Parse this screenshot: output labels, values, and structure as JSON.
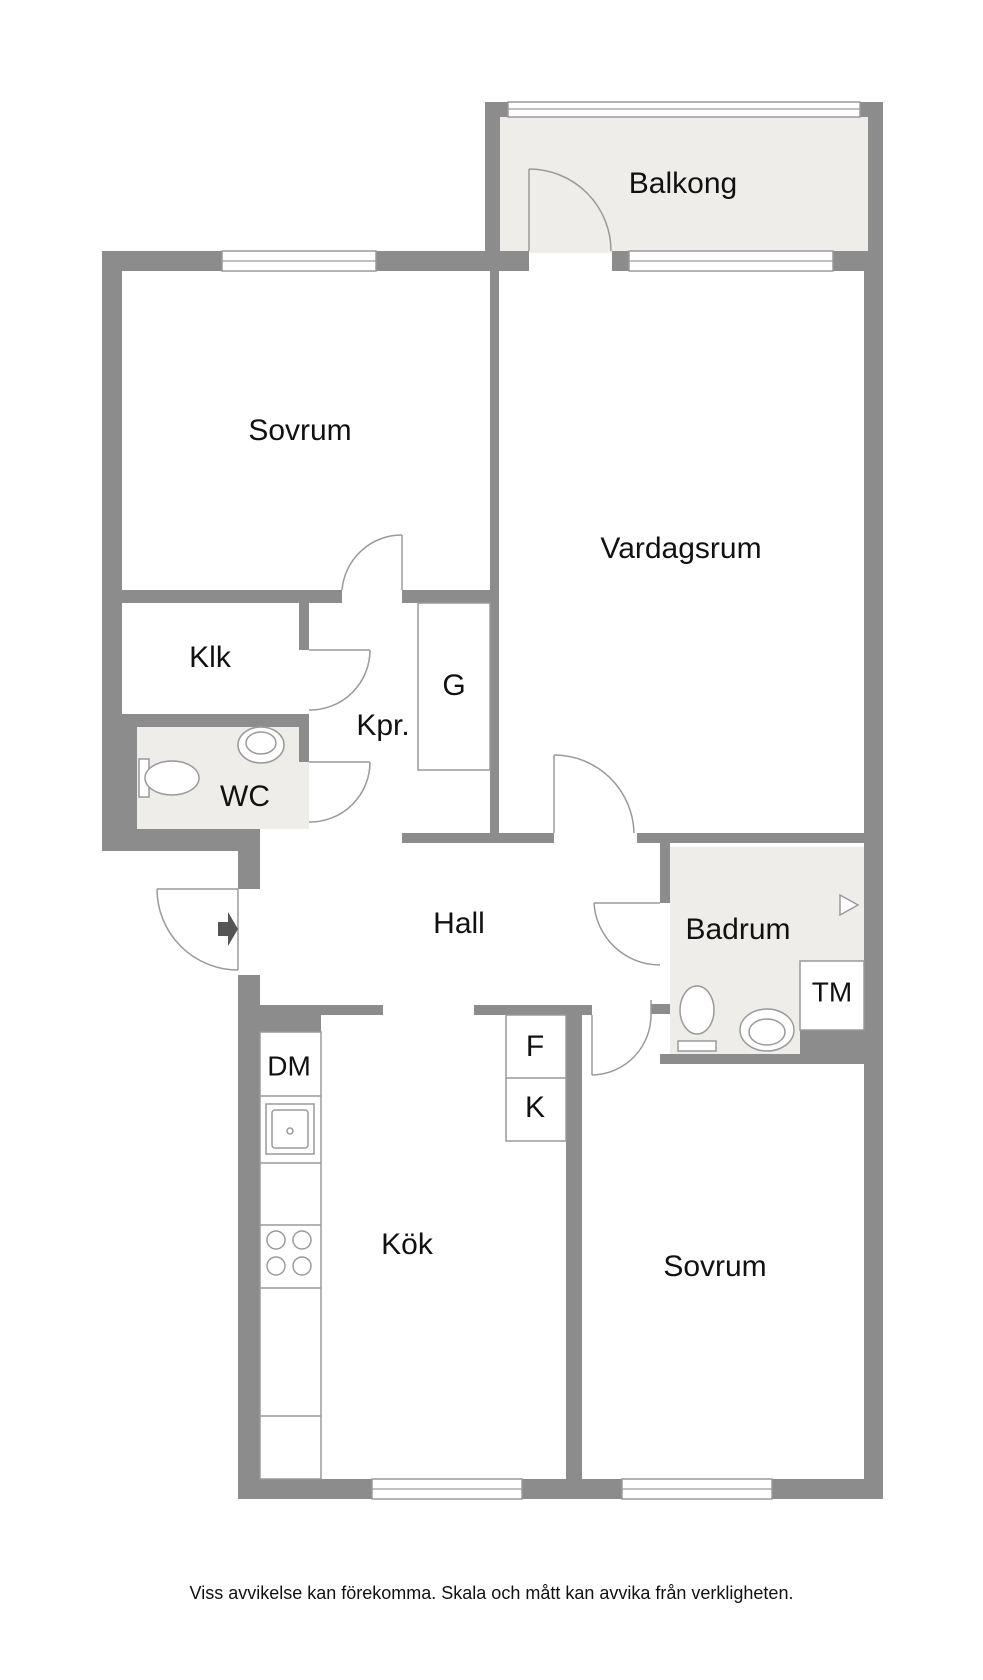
{
  "colors": {
    "wall": "#8c8c8c",
    "wet_room_floor": "#efedea",
    "fixture_line": "#9a9a9a",
    "background": "#ffffff"
  },
  "rooms": {
    "balkong": "Balkong",
    "sovrum_top": "Sovrum",
    "vardagsrum": "Vardagsrum",
    "klk": "Klk",
    "g": "G",
    "kpr": "Kpr.",
    "wc": "WC",
    "hall": "Hall",
    "badrum": "Badrum",
    "tm": "TM",
    "dm": "DM",
    "f": "F",
    "k": "K",
    "kok": "Kök",
    "sovrum_bottom": "Sovrum"
  },
  "disclaimer": "Viss avvikelse kan förekomma. Skala och mått kan avvika från verkligheten."
}
